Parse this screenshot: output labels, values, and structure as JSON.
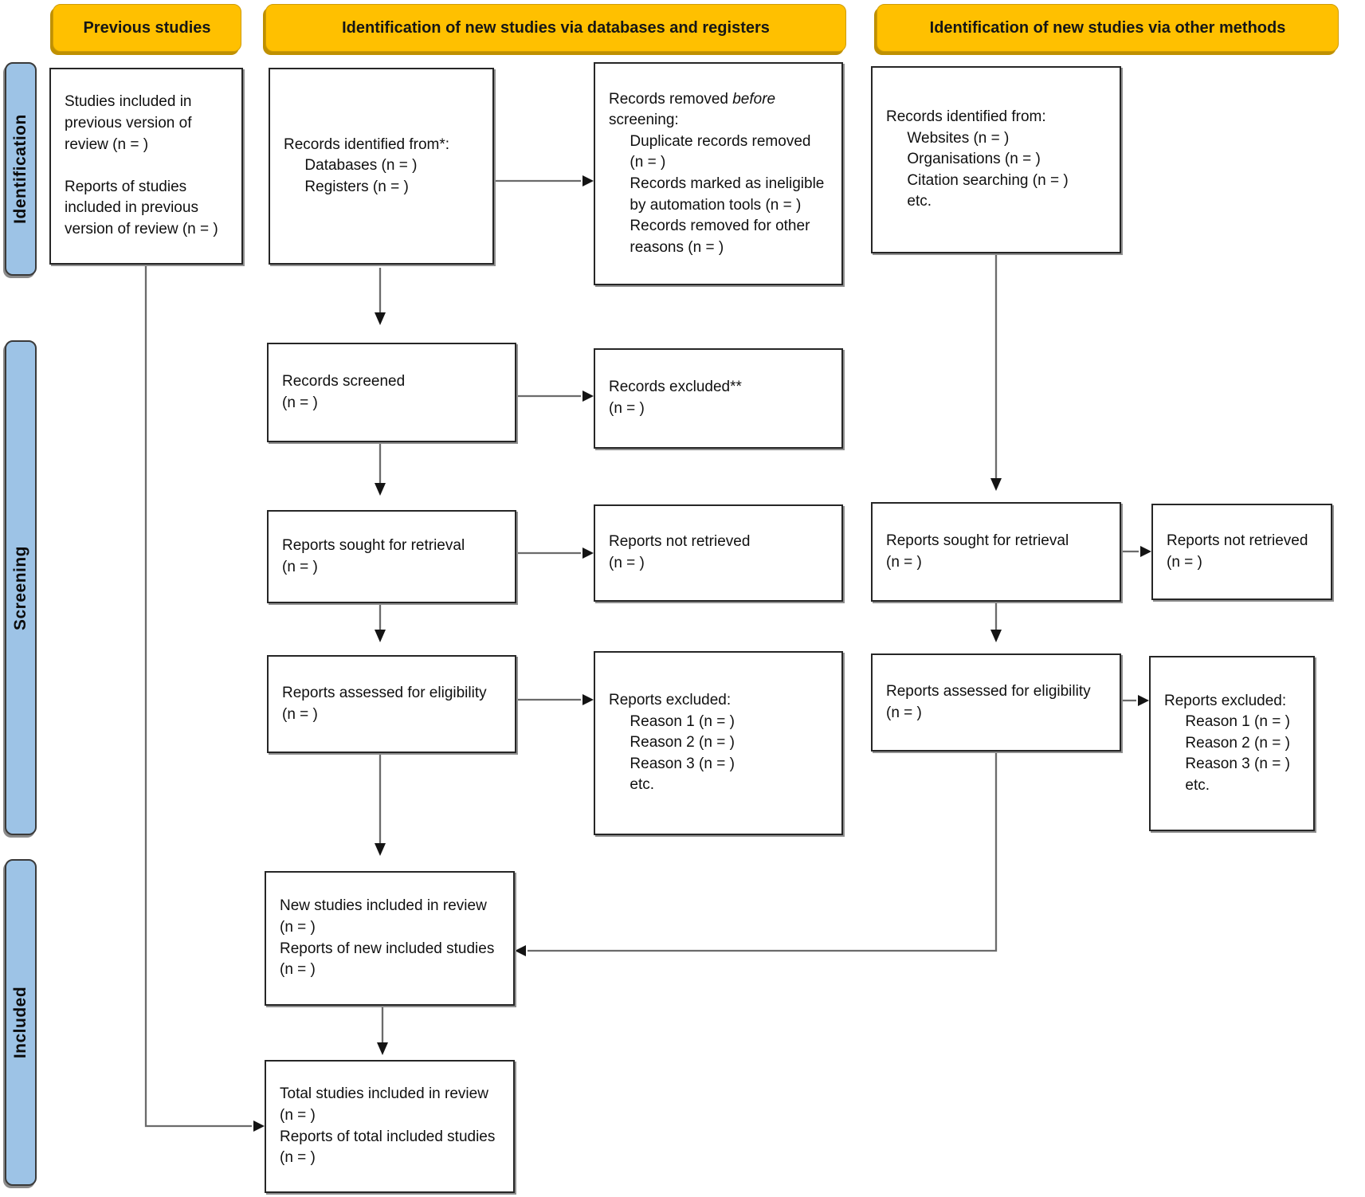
{
  "headers": {
    "previous": "Previous studies",
    "databases": "Identification of new studies via databases and registers",
    "other": "Identification of new studies via other methods"
  },
  "stages": {
    "identification": "Identification",
    "screening": "Screening",
    "included": "Included"
  },
  "boxes": {
    "previous_studies": "Studies included in\nprevious version of\nreview (n = )\n\nReports of studies\nincluded in previous\nversion of review (n = )",
    "records_identified_db": "Records identified from*:\n     Databases (n = )\n     Registers (n = )",
    "records_removed_pre": "Records removed ",
    "records_removed_italic": "before",
    "records_removed_post": "\nscreening:",
    "records_removed_items": "     Duplicate records removed\n     (n = )\n     Records marked as ineligible\n     by automation tools (n = )\n     Records removed for other\n     reasons (n = )",
    "records_identified_other": "Records identified from:\n     Websites (n = )\n     Organisations (n = )\n     Citation searching (n = )\n     etc.",
    "records_screened": "Records screened\n(n = )",
    "records_excluded": "Records excluded**\n(n = )",
    "reports_sought_db": "Reports sought for retrieval\n(n = )",
    "reports_not_retrieved_db": "Reports not retrieved\n(n = )",
    "reports_sought_other": "Reports sought for retrieval\n(n = )",
    "reports_not_retrieved_other": "Reports not retrieved\n(n = )",
    "reports_assessed_db": "Reports assessed for eligibility\n(n = )",
    "reports_excluded_db": "Reports excluded:\n     Reason 1 (n = )\n     Reason 2 (n = )\n     Reason 3 (n = )\n     etc.",
    "reports_assessed_other": "Reports assessed for eligibility\n(n = )",
    "reports_excluded_other": "Reports excluded:\n     Reason 1 (n = )\n     Reason 2 (n = )\n     Reason 3 (n = )\n     etc.",
    "new_studies": "New studies included in review\n(n = )\nReports of new included studies\n(n = )",
    "total_studies": "Total studies included in review\n(n = )\nReports of total included studies\n(n = )"
  },
  "colors": {
    "header_bg": "#FFC000",
    "header_shadow": "#BF9000",
    "stage_bg": "#9DC3E6",
    "box_border": "#262626",
    "line_color": "#6b6b6b",
    "arrowhead_color": "#141414"
  }
}
